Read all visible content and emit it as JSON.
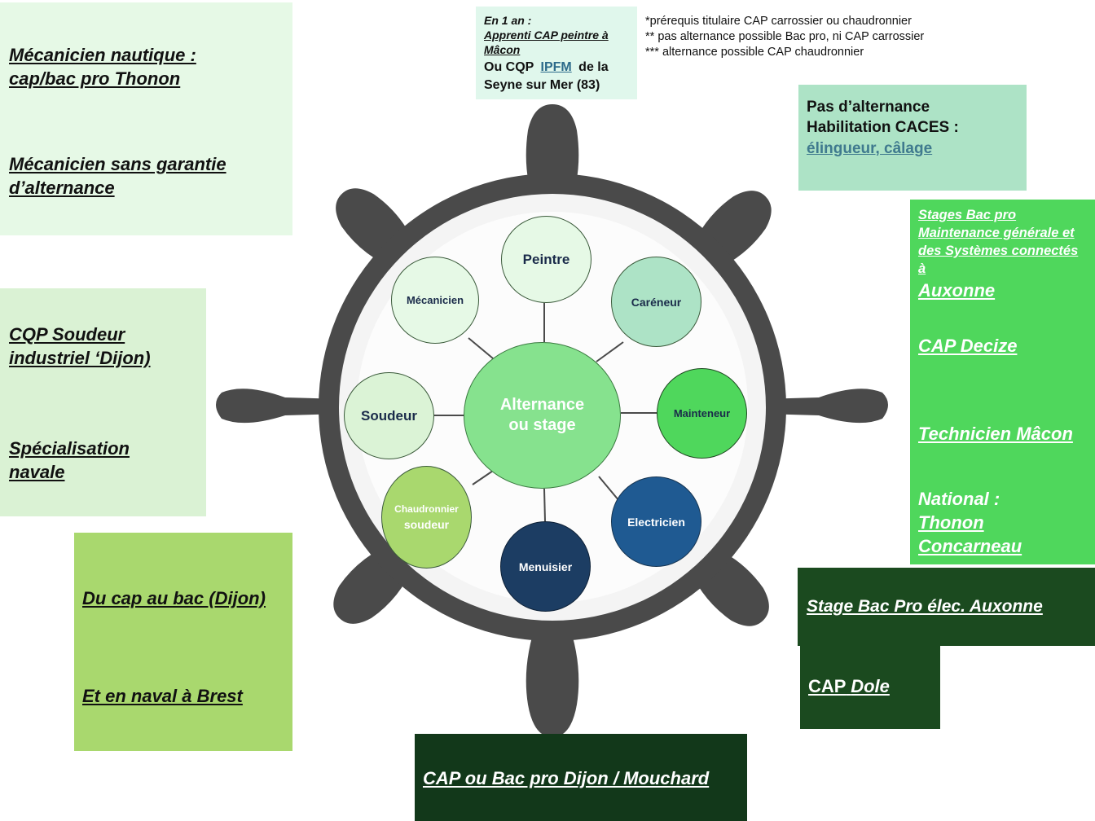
{
  "notes": [
    "*prérequis titulaire CAP carrossier ou chaudronnier",
    "**  pas alternance possible  Bac pro, ni CAP carrossier",
    "*** alternance possible CAP chaudronnier"
  ],
  "top_box": {
    "line1": "En 1 an :",
    "line2": "Apprenti CAP peintre à Mâcon",
    "line3a": "Ou CQP",
    "link": "IPFM",
    "line3b": "de la",
    "line4": "Seyne sur Mer (83)"
  },
  "left_boxes": {
    "box1": {
      "a": "Mécanicien nautique : cap/bac pro Thonon",
      "b": "Mécanicien sans garantie d’alternance"
    },
    "box2": {
      "a": "CQP Soudeur industriel ‘Dijon)",
      "b": "Spécialisation navale"
    },
    "box3": {
      "a": "Du cap au bac (Dijon)",
      "b": "Et en naval  à Brest"
    }
  },
  "right_boxes": {
    "caces": {
      "l1": "Pas d’alternance",
      "l2": "Habilitation CACES :",
      "link": "élingueur, câlage"
    },
    "green": {
      "small": "Stages Bac pro Maintenance générale et des  Systèmes connectés à",
      "auxonne": "Auxonne",
      "decize": "CAP Decize",
      "macon": "Technicien Mâcon",
      "national": "National :",
      "thonon": "Thonon",
      "concarneau": "Concarneau"
    },
    "elec": "Stage Bac Pro élec. Auxonne",
    "dole_a": "CAP",
    "dole_b": "Dole"
  },
  "bottom_box": "CAP ou Bac pro Dijon / Mouchard",
  "hub": {
    "l1": "Alternance",
    "l2": "ou stage"
  },
  "nodes": {
    "peintre": "Peintre",
    "mecanicien": "Mécanicien",
    "careneur": "Caréneur",
    "soudeur": "Soudeur",
    "mainteneur": "Mainteneur",
    "chaud_l1": "Chaudronnier",
    "chaud_l2": "soudeur",
    "electricien": "Electricien",
    "menuisier": "Menuisier"
  },
  "colors": {
    "wheel": "#4a4a4a",
    "hub": "#86e28e",
    "pale_green": "#e6f9e6",
    "mint": "#ade3c6",
    "bright_green": "#4fd75c",
    "olive_green": "#a9d86e",
    "navy": "#1c3d63",
    "blue": "#1f5a92",
    "dark_green": "#1b4a1f"
  }
}
